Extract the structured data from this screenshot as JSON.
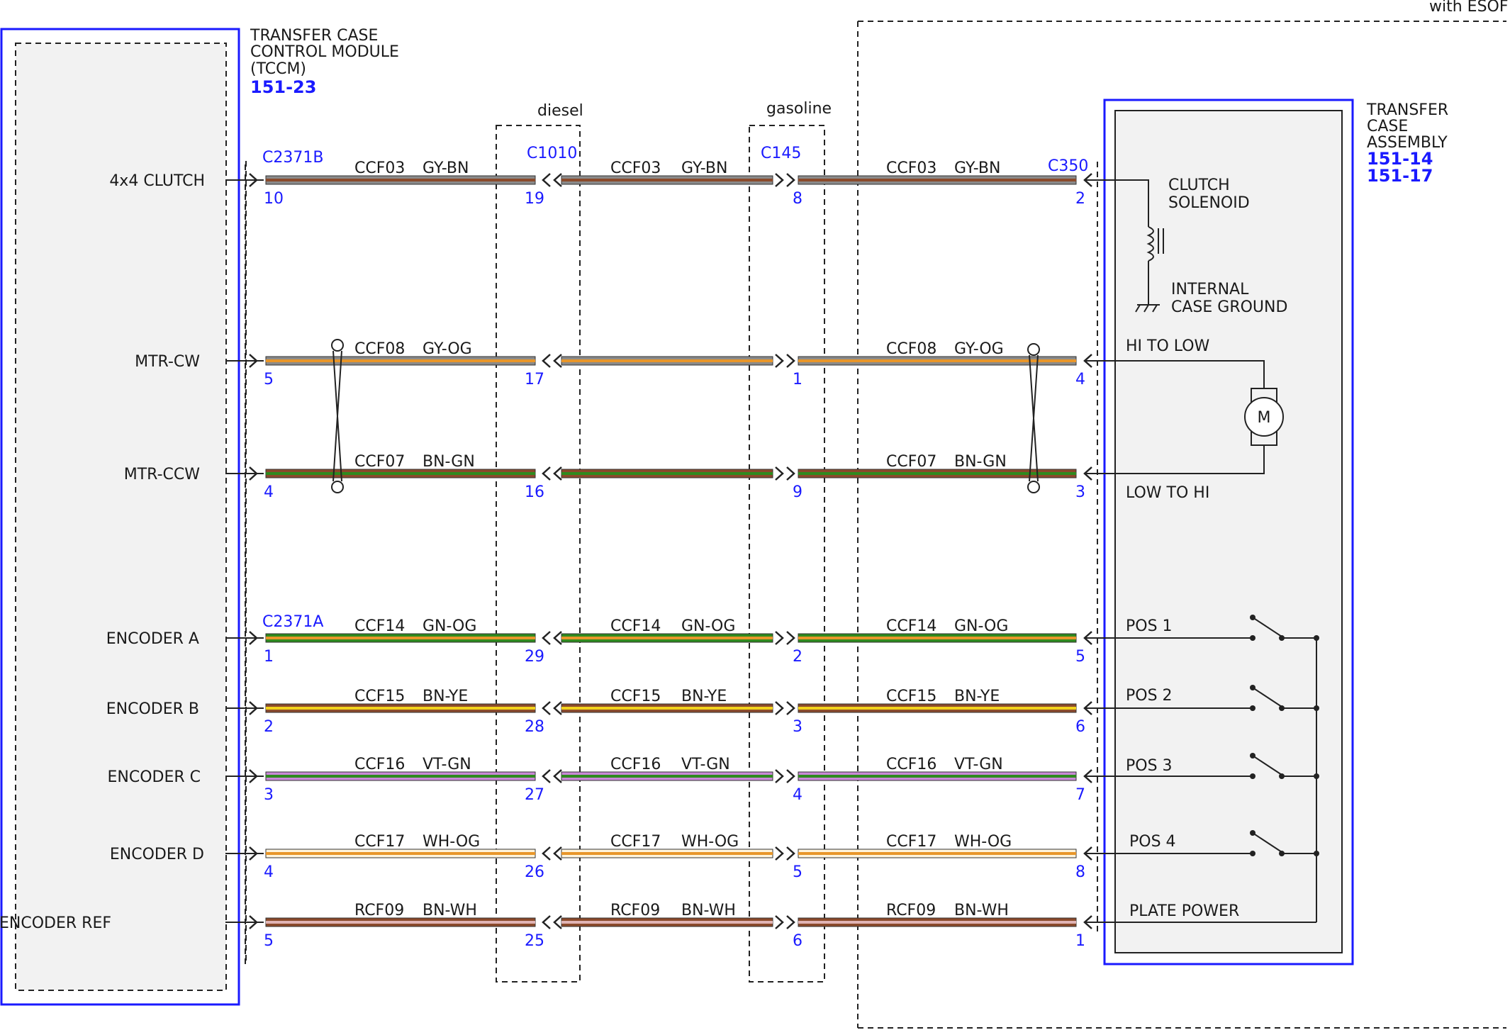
{
  "corner_label": "with ESOF",
  "modules": {
    "tccm": {
      "title_lines": [
        "TRANSFER CASE",
        "CONTROL MODULE",
        "(TCCM)"
      ],
      "ref": "151-23",
      "border_color": "#1a1aff"
    },
    "transfer_case": {
      "title_lines": [
        "TRANSFER",
        "CASE",
        "ASSEMBLY"
      ],
      "refs": [
        "151-14",
        "151-17"
      ],
      "border_color": "#1a1aff"
    }
  },
  "variant_labels": {
    "diesel": "diesel",
    "gasoline": "gasoline"
  },
  "connectors": {
    "c2371b": "C2371B",
    "c2371a": "C2371A",
    "c1010": "C1010",
    "c145": "C145",
    "c350": "C350"
  },
  "circuits": [
    {
      "signal": "4x4 CLUTCH",
      "seg1": {
        "circuit": "CCF03",
        "color": "GY-BN"
      },
      "seg2": {
        "circuit": "CCF03",
        "color": "GY-BN"
      },
      "seg3": {
        "circuit": "CCF03",
        "color": "GY-BN"
      },
      "pins": {
        "tccm": "10",
        "c1010": "19",
        "c145": "8",
        "c350": "2"
      },
      "wire_colors": [
        "#8a8a8a",
        "#8b4a2b"
      ]
    },
    {
      "signal": "MTR-CW",
      "seg1": {
        "circuit": "CCF08",
        "color": "GY-OG"
      },
      "seg2": {
        "circuit": "",
        "color": ""
      },
      "seg3": {
        "circuit": "CCF08",
        "color": "GY-OG"
      },
      "pins": {
        "tccm": "5",
        "c1010": "17",
        "c145": "1",
        "c350": "4"
      },
      "wire_colors": [
        "#8a8a8a",
        "#e8962a"
      ]
    },
    {
      "signal": "MTR-CCW",
      "seg1": {
        "circuit": "CCF07",
        "color": "BN-GN"
      },
      "seg2": {
        "circuit": "",
        "color": ""
      },
      "seg3": {
        "circuit": "CCF07",
        "color": "BN-GN"
      },
      "pins": {
        "tccm": "4",
        "c1010": "16",
        "c145": "9",
        "c350": "3"
      },
      "wire_colors": [
        "#8b4a2b",
        "#2f8a1e"
      ]
    },
    {
      "signal": "ENCODER A",
      "seg1": {
        "circuit": "CCF14",
        "color": "GN-OG"
      },
      "seg2": {
        "circuit": "CCF14",
        "color": "GN-OG"
      },
      "seg3": {
        "circuit": "CCF14",
        "color": "GN-OG"
      },
      "pins": {
        "tccm": "1",
        "c1010": "29",
        "c145": "2",
        "c350": "5"
      },
      "wire_colors": [
        "#2f8a1e",
        "#e8962a"
      ]
    },
    {
      "signal": "ENCODER B",
      "seg1": {
        "circuit": "CCF15",
        "color": "BN-YE"
      },
      "seg2": {
        "circuit": "CCF15",
        "color": "BN-YE"
      },
      "seg3": {
        "circuit": "CCF15",
        "color": "BN-YE"
      },
      "pins": {
        "tccm": "2",
        "c1010": "28",
        "c145": "3",
        "c350": "6"
      },
      "wire_colors": [
        "#8b4a2b",
        "#f2d21c"
      ]
    },
    {
      "signal": "ENCODER C",
      "seg1": {
        "circuit": "CCF16",
        "color": "VT-GN"
      },
      "seg2": {
        "circuit": "CCF16",
        "color": "VT-GN"
      },
      "seg3": {
        "circuit": "CCF16",
        "color": "VT-GN"
      },
      "pins": {
        "tccm": "3",
        "c1010": "27",
        "c145": "4",
        "c350": "7"
      },
      "wire_colors": [
        "#c989d6",
        "#2f8a1e"
      ]
    },
    {
      "signal": "ENCODER D",
      "seg1": {
        "circuit": "CCF17",
        "color": "WH-OG"
      },
      "seg2": {
        "circuit": "CCF17",
        "color": "WH-OG"
      },
      "seg3": {
        "circuit": "CCF17",
        "color": "WH-OG"
      },
      "pins": {
        "tccm": "4",
        "c1010": "26",
        "c145": "5",
        "c350": "8"
      },
      "wire_colors": [
        "#fff4dc",
        "#e8962a"
      ]
    },
    {
      "signal": "ENCODER REF",
      "seg1": {
        "circuit": "RCF09",
        "color": "BN-WH"
      },
      "seg2": {
        "circuit": "RCF09",
        "color": "BN-WH"
      },
      "seg3": {
        "circuit": "RCF09",
        "color": "BN-WH"
      },
      "pins": {
        "tccm": "5",
        "c1010": "25",
        "c145": "6",
        "c350": "1"
      },
      "wire_colors": [
        "#8b4a2b",
        "#e0b4b4"
      ]
    }
  ],
  "internal": {
    "clutch_solenoid_lines": [
      "CLUTCH",
      "SOLENOID"
    ],
    "internal_ground_lines": [
      "INTERNAL",
      "CASE GROUND"
    ],
    "hi_to_low": "HI TO LOW",
    "low_to_hi": "LOW TO HI",
    "motor_symbol": "M",
    "positions": [
      "POS 1",
      "POS 2",
      "POS 3",
      "POS 4"
    ],
    "plate_power": "PLATE POWER"
  }
}
